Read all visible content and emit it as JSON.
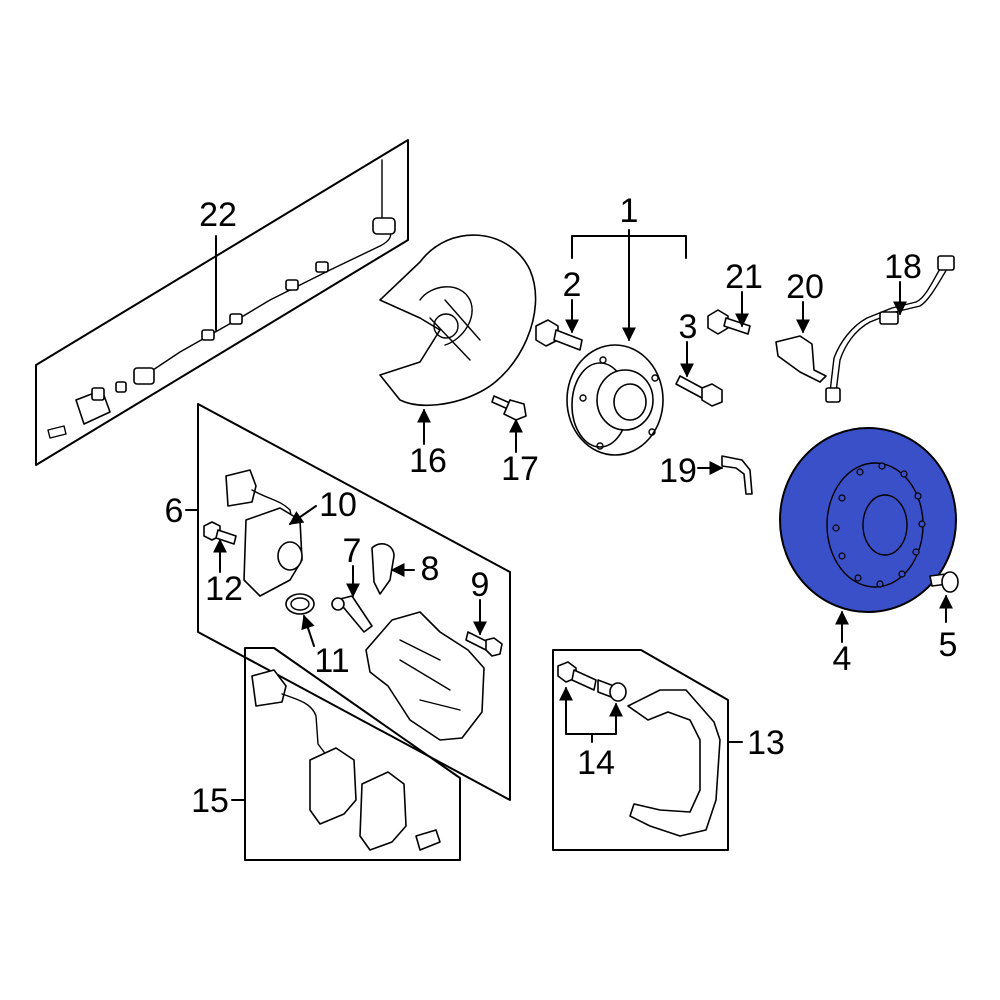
{
  "diagram": {
    "highlight_color": "#3a50c8",
    "callouts": {
      "c1": "1",
      "c2": "2",
      "c3": "3",
      "c4": "4",
      "c5": "5",
      "c6": "6",
      "c7": "7",
      "c8": "8",
      "c9": "9",
      "c10": "10",
      "c11": "11",
      "c12": "12",
      "c13": "13",
      "c14": "14",
      "c15": "15",
      "c16": "16",
      "c17": "17",
      "c18": "18",
      "c19": "19",
      "c20": "20",
      "c21": "21",
      "c22": "22"
    }
  }
}
